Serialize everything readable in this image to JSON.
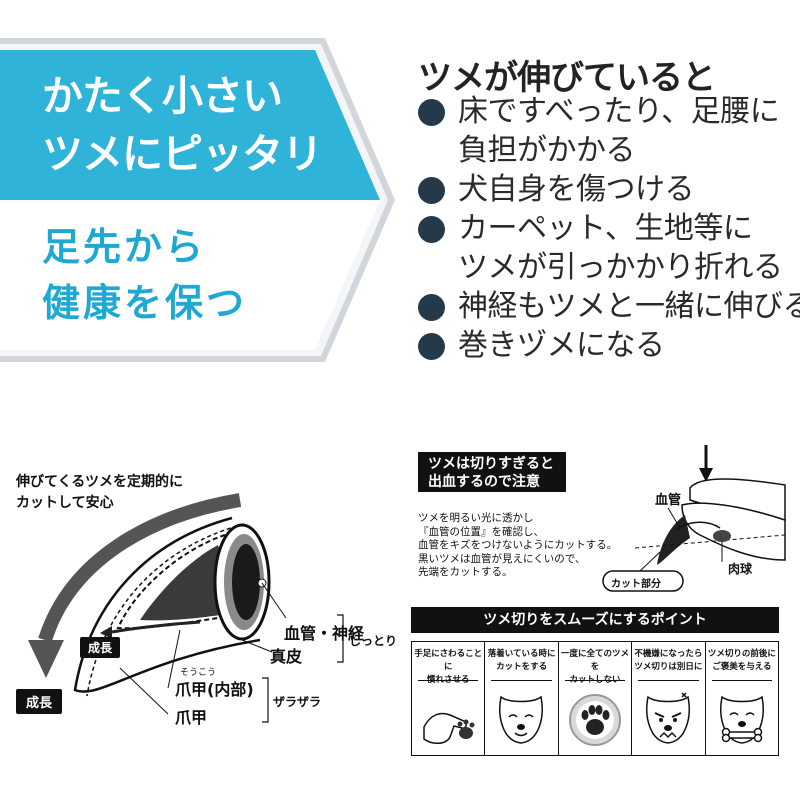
{
  "banner": {
    "top_lines": [
      "かたく小さい",
      "ツメにピッタリ"
    ],
    "bottom_lines": [
      "足先から",
      "健康を保つ"
    ],
    "colors": {
      "top_bg": "#2fb3d9",
      "bottom_text": "#1fa8d2",
      "border": "#b7bcc1"
    }
  },
  "risks": {
    "heading": "ツメが伸びていると",
    "items": [
      {
        "lines": [
          "床ですべったり、足腰に",
          "負担がかかる"
        ]
      },
      {
        "lines": [
          "犬自身を傷つける"
        ]
      },
      {
        "lines": [
          "カーペット、生地等に",
          "ツメが引っかかり折れる"
        ]
      },
      {
        "lines": [
          "神経もツメと一緒に伸びる"
        ]
      },
      {
        "lines": [
          "巻きヅメになる"
        ]
      }
    ]
  },
  "diagram": {
    "caption_lines": [
      "伸びてくるツメを定期的に",
      "カットして安心"
    ],
    "growth_tag": "成長",
    "labels": {
      "vessel_nerve": "血管・神経",
      "dermis": "真皮",
      "inner_shell": "爪甲(内部)",
      "inner_shell_ruby": "そうこう",
      "shell": "爪甲",
      "moist": "しっとり",
      "rough": "ザラザラ"
    }
  },
  "cutting": {
    "warning_lines": [
      "ツメは切りすぎると",
      "出血するので注意"
    ],
    "instructions": [
      "ツメを明るい光に透かし",
      "『血管の位置』を確認し、",
      "血管をキズをつけないようにカットする。",
      "黒いツメは血管が見えにくいので、",
      "先端をカットする。"
    ],
    "vessel_label": "血管",
    "cut_label": "カット部分",
    "paw_pad_label": "肉球"
  },
  "points": {
    "header": "ツメ切りをスムーズにするポイント",
    "items": [
      {
        "lines": [
          "手足にさわることに",
          "慣れさせる"
        ],
        "icon": "hand-touching-paw-icon"
      },
      {
        "lines": [
          "落着いている時に",
          "カットをする"
        ],
        "icon": "calm-dog-face-icon"
      },
      {
        "lines": [
          "一度に全てのツメを",
          "カットしない"
        ],
        "icon": "paw-in-circle-icon"
      },
      {
        "lines": [
          "不機嫌になったら",
          "ツメ切りは別日に"
        ],
        "icon": "grumpy-dog-face-icon"
      },
      {
        "lines": [
          "ツメ切りの前後に",
          "ご褒美を与える"
        ],
        "icon": "dog-with-bone-icon"
      }
    ]
  }
}
